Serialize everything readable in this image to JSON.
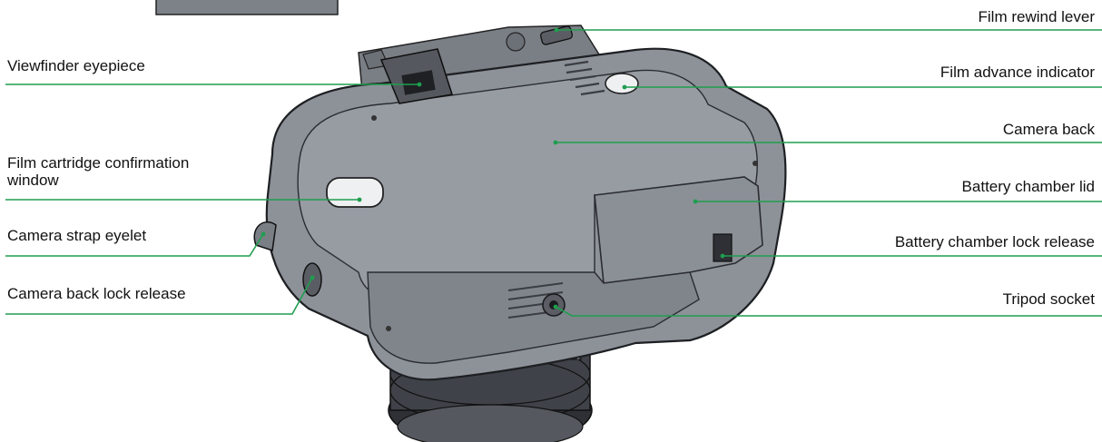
{
  "diagram": {
    "colors": {
      "leader_line": "#1e9e4e",
      "camera_body": "#8d9299",
      "camera_dark": "#55595f",
      "lens": "#3f4248",
      "paper": "#ffffff"
    },
    "labels_left": [
      {
        "id": "viewfinder-eyepiece",
        "text": "Viewfinder eyepiece"
      },
      {
        "id": "film-cartridge-window",
        "text": "Film cartridge confirmation\nwindow"
      },
      {
        "id": "camera-strap-eyelet",
        "text": "Camera strap eyelet"
      },
      {
        "id": "camera-back-lock-release",
        "text": "Camera back lock release"
      }
    ],
    "labels_right": [
      {
        "id": "film-rewind-lever",
        "text": "Film rewind lever"
      },
      {
        "id": "film-advance-indicator",
        "text": "Film advance indicator"
      },
      {
        "id": "camera-back",
        "text": "Camera back"
      },
      {
        "id": "battery-chamber-lid",
        "text": "Battery chamber lid"
      },
      {
        "id": "battery-chamber-lock-release",
        "text": "Battery chamber lock release"
      },
      {
        "id": "tripod-socket",
        "text": "Tripod socket"
      }
    ]
  }
}
